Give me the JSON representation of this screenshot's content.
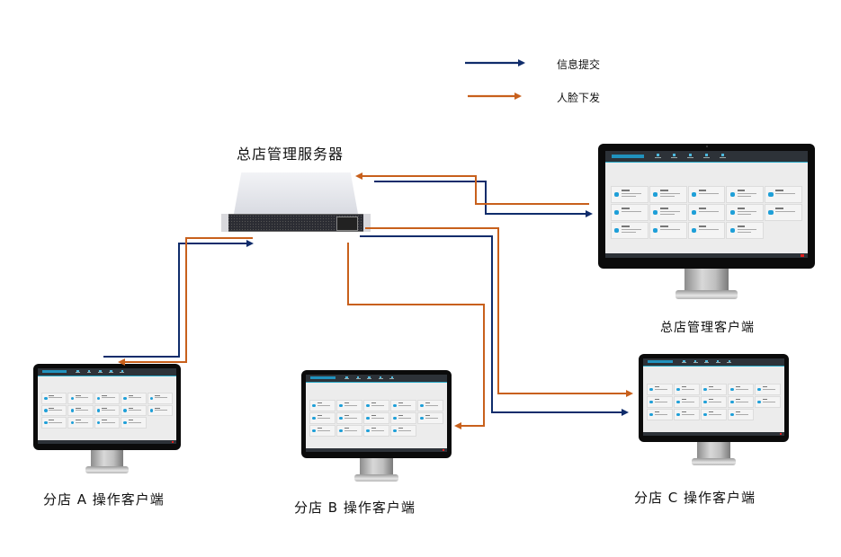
{
  "legend": [
    {
      "label": "信息提交",
      "color": "#0f2c6b",
      "meaning": "info-submit"
    },
    {
      "label": "人脸下发",
      "color": "#c8601c",
      "meaning": "face-distribute"
    }
  ],
  "nodes": {
    "server": {
      "label": "总店管理服务器"
    },
    "hq_client": {
      "label": "总店管理客户端"
    },
    "branch_a": {
      "label": "分店 A 操作客户端"
    },
    "branch_b": {
      "label": "分店 B 操作客户端"
    },
    "branch_c": {
      "label": "分店 C 操作客户端"
    }
  },
  "colors": {
    "submit": "#0f2c6b",
    "distribute": "#c8601c",
    "screen_accent": "#1e9fd8"
  },
  "screen": {
    "card_count": 14,
    "nav_count": 5
  }
}
